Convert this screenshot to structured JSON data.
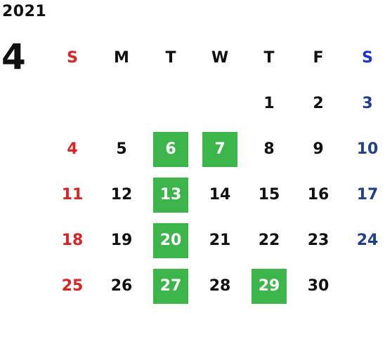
{
  "calendar": {
    "year": "2021",
    "month": "4",
    "weekdays": [
      "S",
      "M",
      "T",
      "W",
      "T",
      "F",
      "S"
    ],
    "weeks": [
      [
        "",
        "",
        "",
        "",
        "1",
        "2",
        "3"
      ],
      [
        "4",
        "5",
        "6",
        "7",
        "8",
        "9",
        "10"
      ],
      [
        "11",
        "12",
        "13",
        "14",
        "15",
        "16",
        "17"
      ],
      [
        "18",
        "19",
        "20",
        "21",
        "22",
        "23",
        "24"
      ],
      [
        "25",
        "26",
        "27",
        "28",
        "29",
        "30",
        ""
      ]
    ],
    "highlighted_days": [
      "6",
      "7",
      "13",
      "20",
      "27",
      "29"
    ],
    "colors": {
      "highlight": "#3cb54a",
      "sunday": "#dd2222",
      "saturday": "#1f3f8f",
      "weekday": "#111111"
    }
  }
}
